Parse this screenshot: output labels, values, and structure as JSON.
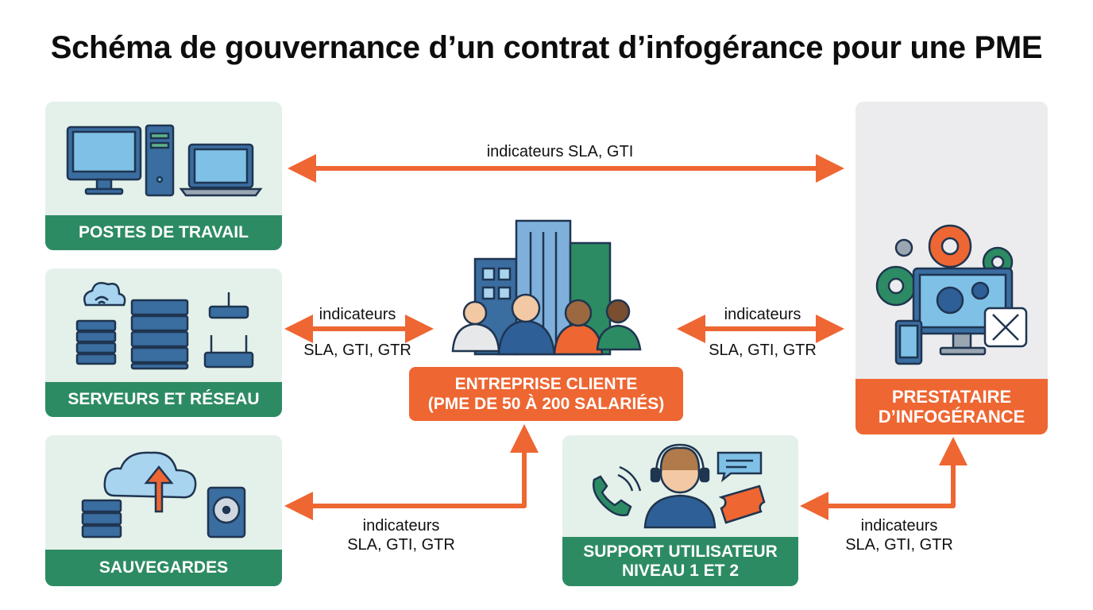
{
  "title": "Schéma de gouvernance d’un contrat d’infogérance pour une PME",
  "nodes": {
    "postes": "POSTES DE TRAVAIL",
    "serveurs": "SERVEURS ET RÉSEAU",
    "sauvegardes": "SAUVEGARDES",
    "support_l1": "SUPPORT UTILISATEUR",
    "support_l2": "NIVEAU 1 ET 2",
    "client_l1": "ENTREPRISE CLIENTE",
    "client_l2": "(PME DE 50 À 200 SALARIÉS)",
    "prestataire_l1": "PRESTATAIRE",
    "prestataire_l2": "D’INFOGÉRANCE"
  },
  "edges": {
    "top": "indicateurs SLA, GTI",
    "left_mid_1": "indicateurs",
    "left_mid_2": "SLA, GTI, GTR",
    "right_mid_1": "indicateurs",
    "right_mid_2": "SLA, GTI, GTR",
    "bottom_left_1": "indicateurs",
    "bottom_left_2": "SLA, GTI, GTR",
    "bottom_right_1": "indicateurs",
    "bottom_right_2": "SLA, GTI, GTR"
  },
  "colors": {
    "green": "#2d8b63",
    "orange": "#ee6632",
    "card_green": "#e4f1ea",
    "card_grey": "#ececee",
    "icon_blue": "#3a6da0"
  }
}
